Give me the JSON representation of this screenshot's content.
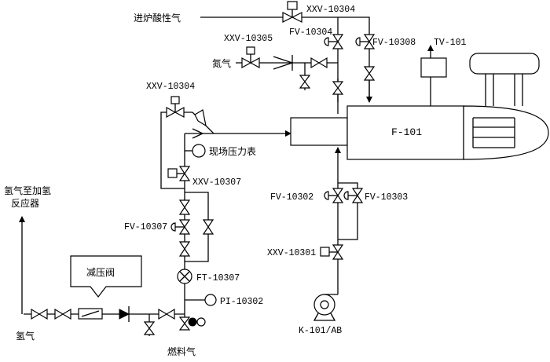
{
  "labels": {
    "acid_gas_inlet": "进炉酸性气",
    "nitrogen": "氮气",
    "hydrogen": "氢气",
    "hydrogen_to_reactor_line1": "氢气至加氢",
    "hydrogen_to_reactor_line2": "反应器",
    "field_pressure_gauge": "现场压力表",
    "pressure_reducer": "减压阀",
    "fuel_gas": "燃料气",
    "furnace": "F-101",
    "compressor": "K-101/AB",
    "tv_101": "TV-101",
    "xxv_10304_top": "XXV-10304",
    "fv_10304": "FV-10304",
    "fv_10308": "FV-10308",
    "xxv_10305": "XXV-10305",
    "xxv_10304_left": "XXV-10304",
    "xxv_10307": "XXV-10307",
    "fv_10307": "FV-10307",
    "ft_10307": "FT-10307",
    "pi_10302": "PI-10302",
    "fv_10302": "FV-10302",
    "fv_10303": "FV-10303",
    "xxv_10301": "XXV-10301"
  }
}
